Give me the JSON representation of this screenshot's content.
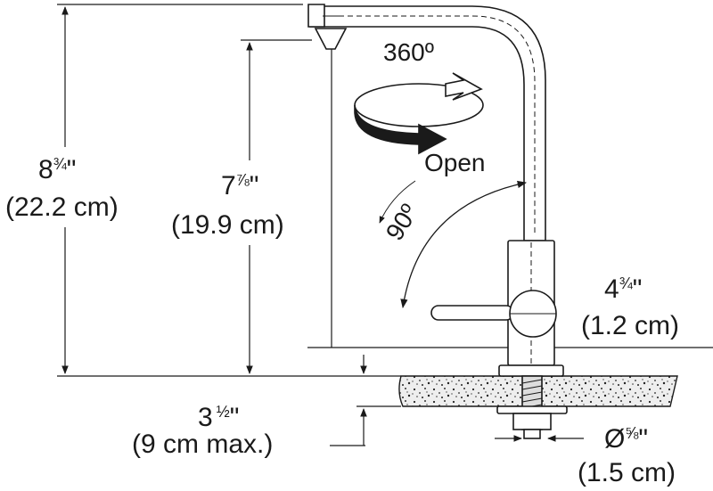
{
  "labels": {
    "total_height_whole": "8",
    "total_height_frac": "¾",
    "total_height_unit": "\"",
    "total_height_metric": "(22.2 cm)",
    "spout_height_whole": "7",
    "spout_height_frac": "⅞",
    "spout_height_unit": "\"",
    "spout_height_metric": "(19.9 cm)",
    "rotation": "360º",
    "open": "Open",
    "handle_angle": "90º",
    "handle_width_whole": "4",
    "handle_width_frac": "¾",
    "handle_width_unit": "\"",
    "handle_width_metric": "(1.2 cm)",
    "shank_whole": "3",
    "shank_frac": "½",
    "shank_unit": "\"",
    "shank_metric": "(9 cm max.)",
    "hole_prefix": "Ø",
    "hole_frac": "⅝",
    "hole_unit": "\"",
    "hole_metric": "(1.5 cm)"
  },
  "colors": {
    "line": "#1a1a1a",
    "fill": "#ffffff",
    "counter": "#e6e6e6"
  }
}
